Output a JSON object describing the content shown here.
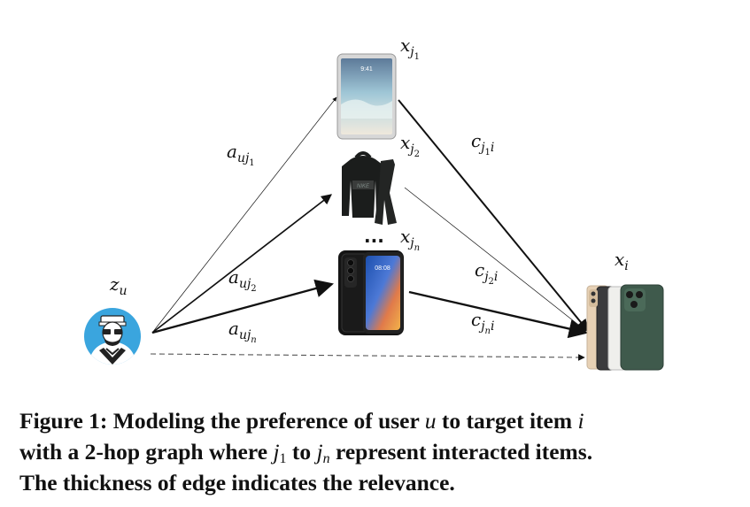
{
  "nodes": {
    "user": "z",
    "user_sub": "u",
    "item1": "x",
    "item1_sub": "j",
    "item1_subsub": "1",
    "item2": "x",
    "item2_sub": "j",
    "item2_subsub": "2",
    "itemn": "x",
    "itemn_sub": "j",
    "itemn_subsub": "n",
    "ellipsis": "...",
    "target": "x",
    "target_sub": "i"
  },
  "edges": {
    "a1": "a",
    "a1_sub": "uj",
    "a1_subsub": "1",
    "a2": "a",
    "a2_sub": "uj",
    "a2_subsub": "2",
    "an": "a",
    "an_sub": "uj",
    "an_subsub": "n",
    "c1": "c",
    "c1_sub": "j",
    "c1_subsub": "1",
    "c1_tail": "i",
    "c2": "c",
    "c2_sub": "j",
    "c2_subsub": "2",
    "c2_tail": "i",
    "cn": "c",
    "cn_sub": "j",
    "cn_subsub": "n",
    "cn_tail": "i"
  },
  "devices": {
    "tablet_time": "9:41",
    "phone_time": "08:08"
  },
  "caption": {
    "p1": "Figure 1: Modeling the preference of user ",
    "u": "u",
    "p2": " to target item ",
    "i": "i",
    "p3": "with a 2-hop graph where ",
    "j": "j",
    "one": "1",
    "p4": " to ",
    "j2": "j",
    "n": "n",
    "p5": " represent interacted items.",
    "p6": "The thickness of edge indicates the relevance."
  },
  "colors": {
    "avatar_bg": "#3aa5de",
    "edge": "#111111",
    "dashed": "#555555"
  }
}
